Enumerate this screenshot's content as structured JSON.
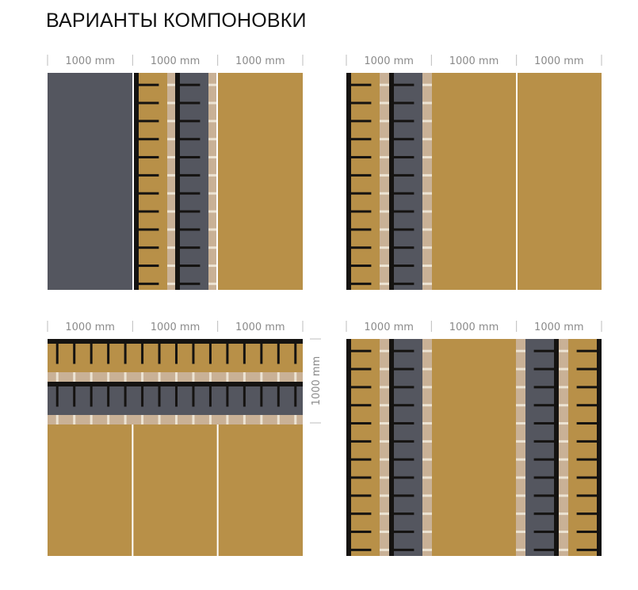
{
  "title": "ВАРИАНТЫ КОМПОНОВКИ",
  "dimension_label": "1000 mm",
  "colors": {
    "wood": "#b89048",
    "dark": "#54565f",
    "rail": "#151311",
    "strip": "#c9b196",
    "dash": "#ece3d3",
    "dim": "#bcbcbc",
    "dim_text": "#8a8a8a"
  },
  "layouts": [
    {
      "name": "layout-1",
      "orientation": "vertical",
      "columns": [
        {
          "type": "dark-plain"
        },
        {
          "type": "wood-track"
        },
        {
          "type": "strip"
        },
        {
          "type": "dark-track"
        },
        {
          "type": "strip"
        },
        {
          "type": "wood-plain"
        }
      ]
    },
    {
      "name": "layout-2",
      "orientation": "vertical",
      "columns": [
        {
          "type": "wood-track"
        },
        {
          "type": "strip"
        },
        {
          "type": "dark-track"
        },
        {
          "type": "strip"
        },
        {
          "type": "wood-plain"
        },
        {
          "type": "wood-plain"
        }
      ]
    },
    {
      "name": "layout-3",
      "orientation": "horizontal",
      "columns": [
        {
          "type": "wood-track"
        },
        {
          "type": "strip"
        },
        {
          "type": "dark-track"
        },
        {
          "type": "strip"
        },
        {
          "type": "wood-plain-3"
        }
      ]
    },
    {
      "name": "layout-4",
      "orientation": "vertical",
      "columns": [
        {
          "type": "wood-track"
        },
        {
          "type": "strip"
        },
        {
          "type": "dark-track"
        },
        {
          "type": "strip"
        },
        {
          "type": "wood-plain"
        },
        {
          "type": "strip"
        },
        {
          "type": "dark-track-r"
        },
        {
          "type": "strip"
        },
        {
          "type": "wood-track-r"
        }
      ]
    }
  ]
}
